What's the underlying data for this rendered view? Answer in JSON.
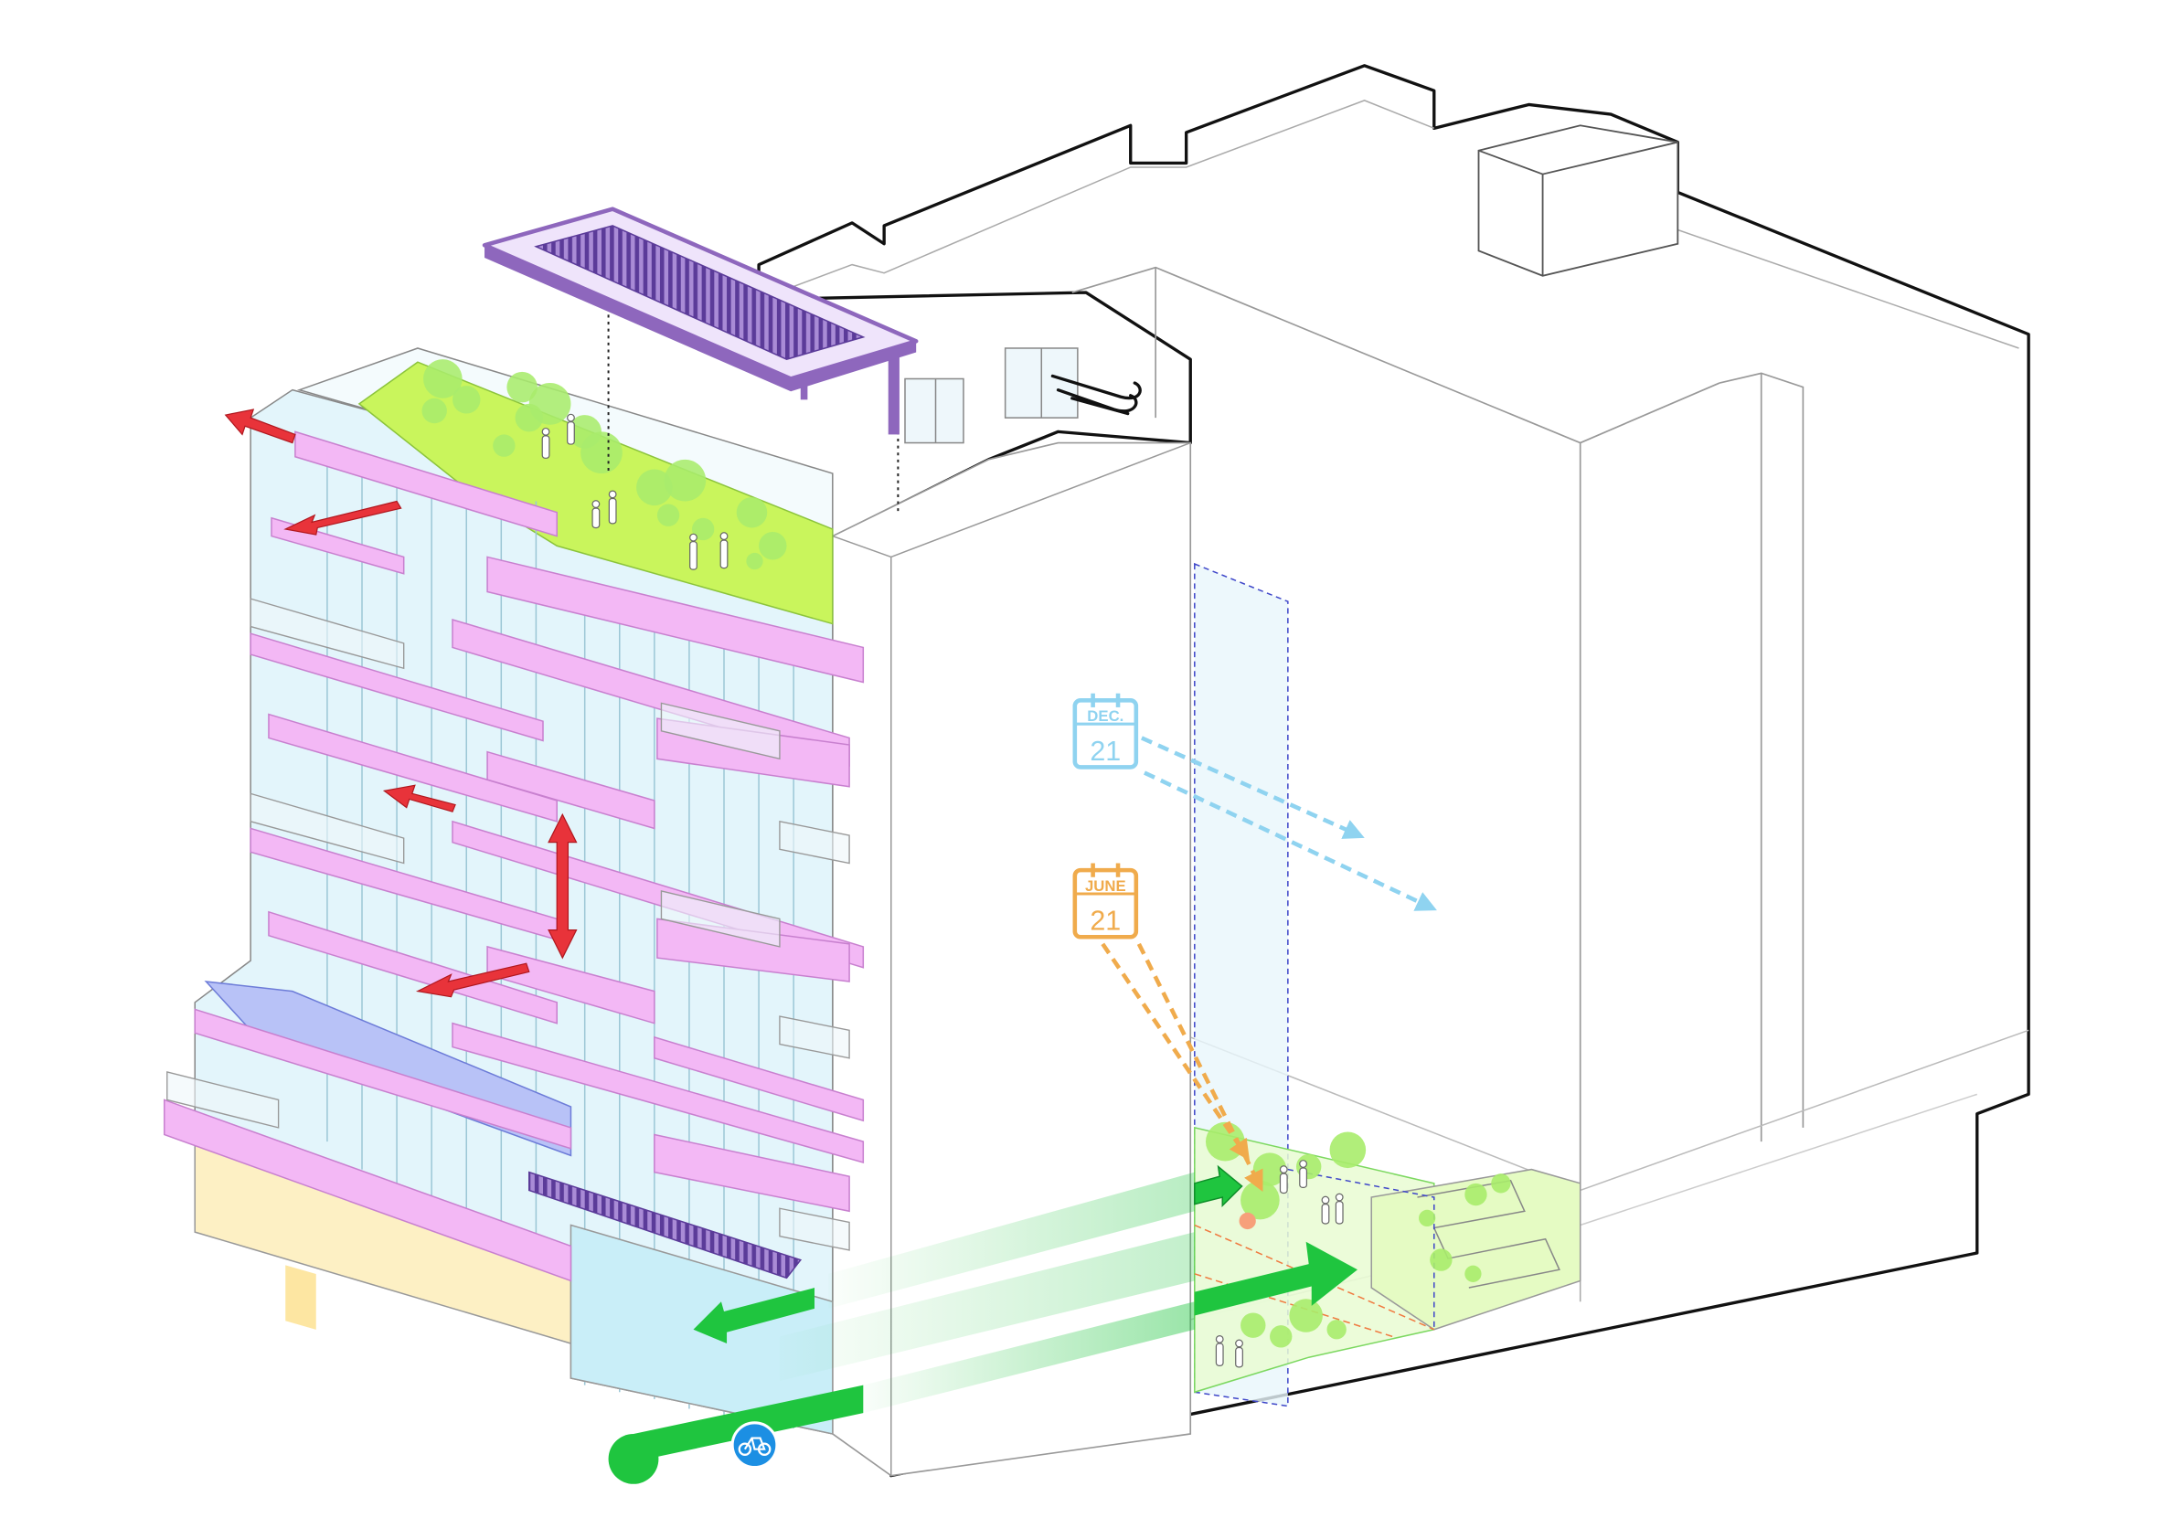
{
  "diagram": {
    "labels": {
      "winter_month": "DEC.",
      "winter_day": "21",
      "summer_month": "JUNE",
      "summer_day": "21"
    },
    "icons": {
      "wind": "wind-icon",
      "bicycle": "bicycle-icon",
      "calendar_winter": "calendar-icon",
      "calendar_summer": "calendar-icon"
    },
    "colors": {
      "slab_pink": "#f3b8f5",
      "glass": "#dff3fa",
      "green_roof": "#c9f55c",
      "tree": "#a8ec6c",
      "solar_purple": "#8e67bd",
      "vent_red": "#e8333a",
      "circulation_green": "#1fc53f",
      "winter_sun": "#8fd3f0",
      "summer_sun": "#f0ab4c",
      "retail_yellow": "#fdf0c4",
      "pool_blue": "#b8c2f7",
      "bike_blue": "#1c8fe3"
    }
  }
}
